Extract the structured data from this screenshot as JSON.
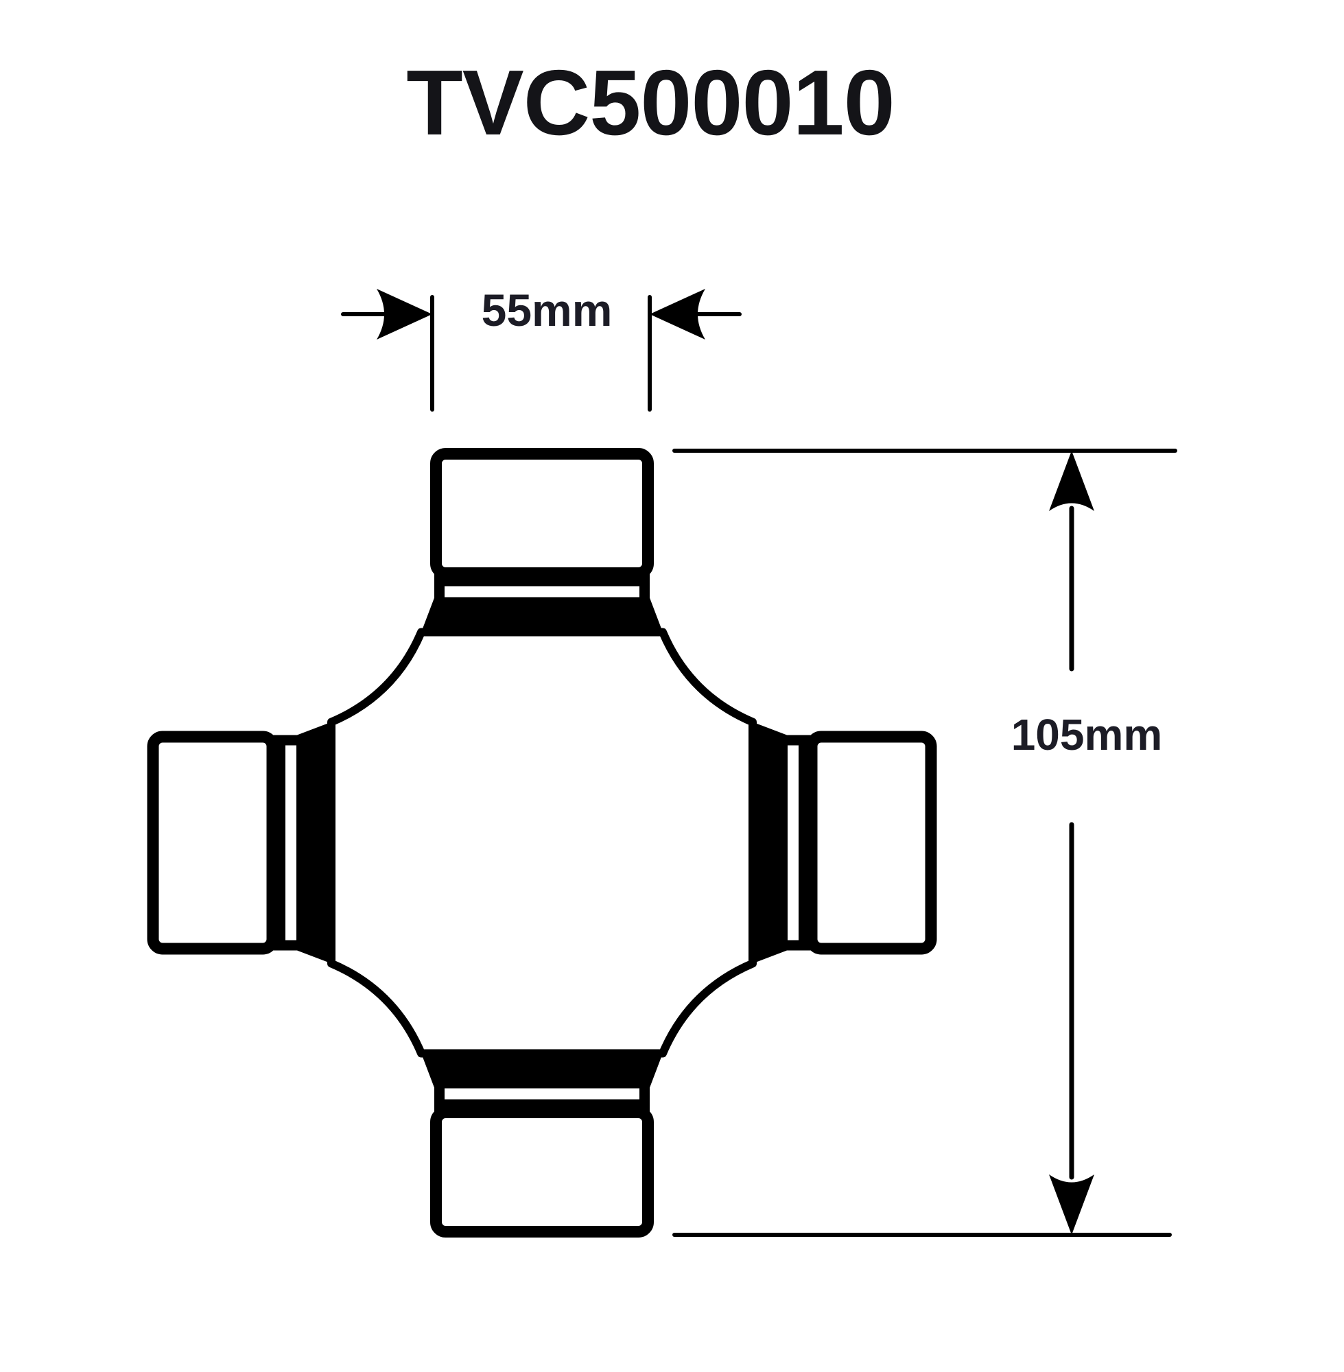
{
  "title": "TVC500010",
  "part": {
    "name": "universal-joint-cross",
    "components": [
      "bearing-cap-top",
      "bearing-cap-right",
      "bearing-cap-bottom",
      "bearing-cap-left",
      "cross-body"
    ]
  },
  "dimensions": {
    "width": {
      "label": "55mm",
      "value_mm": 55
    },
    "length": {
      "label": "105mm",
      "value_mm": 105
    }
  },
  "colors": {
    "ink": "#000000",
    "title_text": "#141418",
    "dimension_text": "#1c1c26",
    "background": "#ffffff"
  }
}
